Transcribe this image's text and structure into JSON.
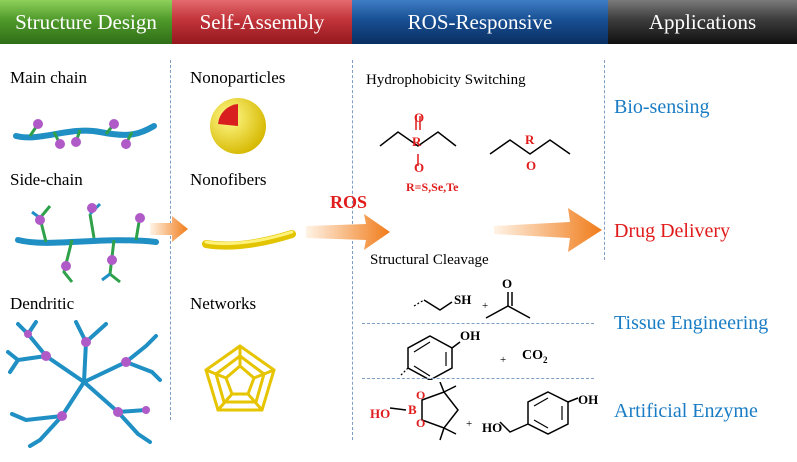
{
  "header": {
    "col1": "Structure Design",
    "col2": "Self-Assembly",
    "col3": "ROS-Responsive",
    "col4": "Applications"
  },
  "structure": {
    "main_chain": "Main chain",
    "side_chain": "Side-chain",
    "dendritic": "Dendritic"
  },
  "assembly": {
    "nanoparticles": "Nonoparticles",
    "nanofibers": "Nonofibers",
    "networks": "Networks"
  },
  "ros": {
    "arrow_label": "ROS",
    "hydrophobicity": "Hydrophobicity Switching",
    "r_group": "R=S,Se,Te",
    "cleavage": "Structural Cleavage",
    "atoms": {
      "O": "O",
      "R": "R",
      "SH": "SH",
      "OH": "OH",
      "CO2": "CO",
      "CO2_sub": "2",
      "HO": "HO",
      "B": "B",
      "plus": "+"
    }
  },
  "applications": {
    "a1": "Bio-sensing",
    "a2": "Drug Delivery",
    "a3": "Tissue Engineering",
    "a4": "Artificial Enzyme"
  },
  "colors": {
    "app_blue": "#1a7cc4",
    "app_red": "#e11b1b",
    "arrow_orange": "#f07c1a",
    "chem_red": "#e01c1c"
  }
}
